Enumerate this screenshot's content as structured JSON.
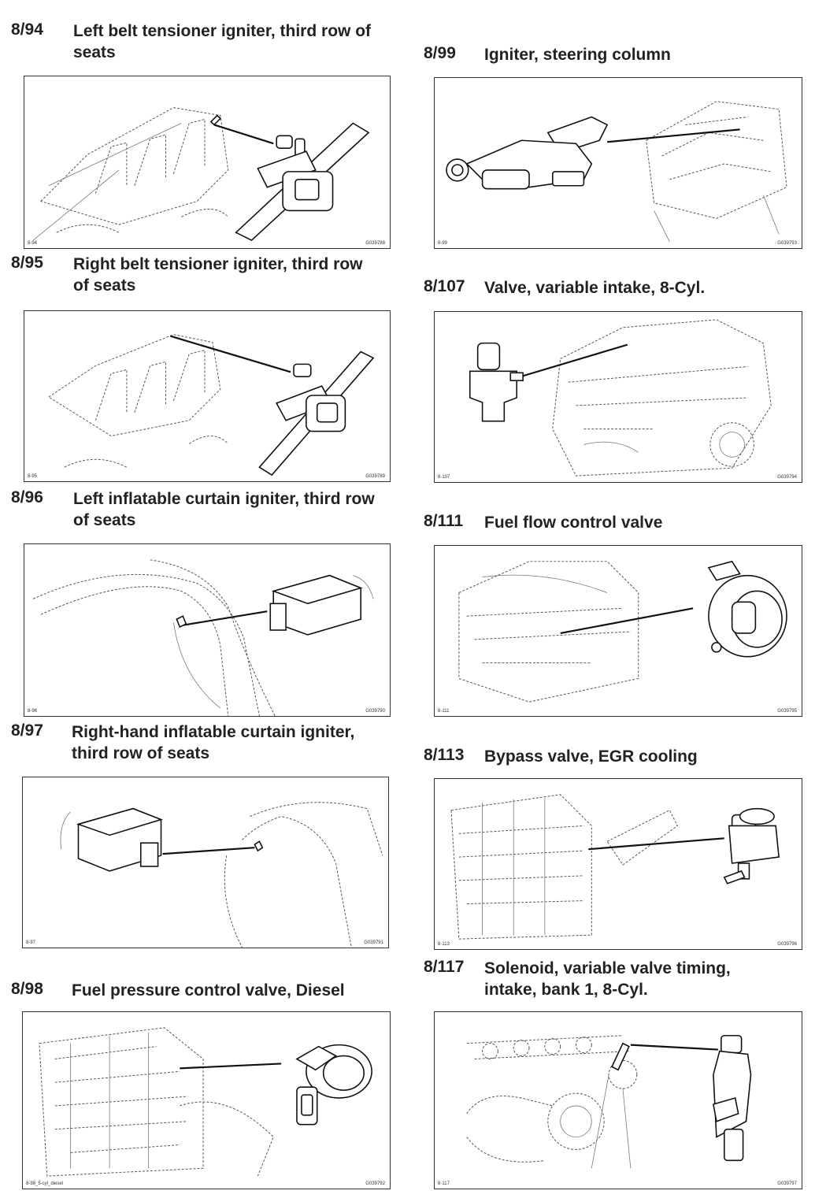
{
  "entries": [
    {
      "code": "8/94",
      "title": [
        "Left belt tensioner igniter, third row of",
        "seats"
      ],
      "fig_left": "8-94",
      "fig_right": "G039788",
      "icon": "belt-tensioner-igniter-icon"
    },
    {
      "code": "8/99",
      "title": [
        "Igniter, steering column"
      ],
      "fig_left": "8-99",
      "fig_right": "G039793",
      "icon": "steering-column-igniter-icon"
    },
    {
      "code": "8/95",
      "title": [
        "Right belt tensioner igniter, third row",
        "of seats"
      ],
      "fig_left": "8-95",
      "fig_right": "G039789",
      "icon": "belt-tensioner-igniter-icon"
    },
    {
      "code": "8/107",
      "title": [
        "Valve, variable intake, 8-Cyl."
      ],
      "fig_left": "8-107",
      "fig_right": "G039794",
      "icon": "intake-valve-icon"
    },
    {
      "code": "8/96",
      "title": [
        "Left inflatable curtain igniter, third row",
        "of seats"
      ],
      "fig_left": "8-96",
      "fig_right": "G039790",
      "icon": "curtain-igniter-icon"
    },
    {
      "code": "8/111",
      "title": [
        "Fuel flow control valve"
      ],
      "fig_left": "8-111",
      "fig_right": "G039795",
      "icon": "fuel-flow-valve-icon"
    },
    {
      "code": "8/97",
      "title": [
        "Right-hand inflatable curtain igniter,",
        "third row of seats"
      ],
      "fig_left": "8-97",
      "fig_right": "G039791",
      "icon": "curtain-igniter-icon"
    },
    {
      "code": "8/113",
      "title": [
        "Bypass valve, EGR cooling"
      ],
      "fig_left": "8-113",
      "fig_right": "G039796",
      "icon": "bypass-valve-icon"
    },
    {
      "code": "8/98",
      "title": [
        "Fuel pressure control valve, Diesel"
      ],
      "fig_left": "8-98_5-cyl_diesel",
      "fig_right": "G039792",
      "icon": "fuel-pressure-valve-icon"
    },
    {
      "code": "8/117",
      "title": [
        "Solenoid, variable valve timing,",
        "intake, bank 1, 8-Cyl."
      ],
      "fig_left": "8-117",
      "fig_right": "G039797",
      "icon": "vvt-solenoid-icon"
    }
  ]
}
